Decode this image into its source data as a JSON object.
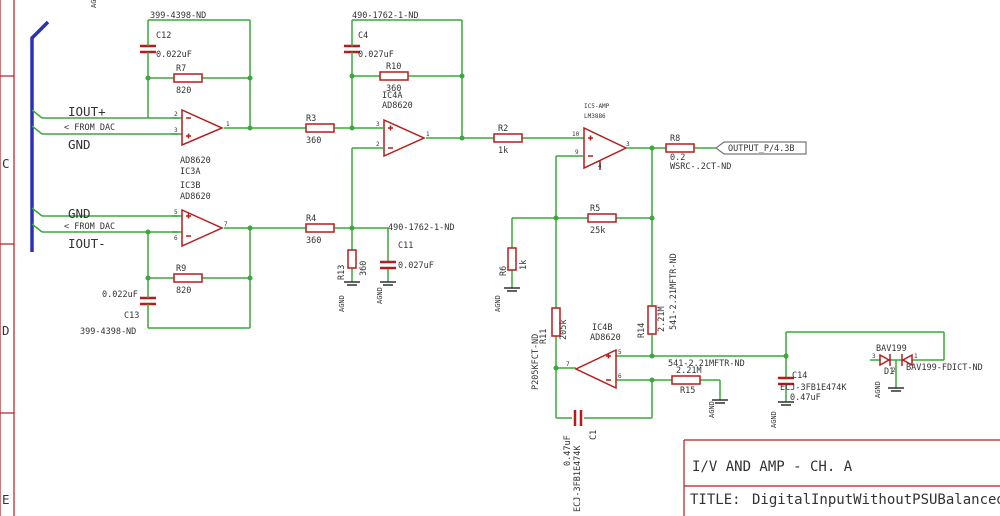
{
  "frame": {
    "row_labels": [
      "C",
      "D",
      "E"
    ],
    "corner_label": "AG"
  },
  "inputs": {
    "iout_plus": "IOUT+",
    "from_dac_1": "< FROM DAC",
    "gnd_1": "GND",
    "gnd_2": "GND",
    "from_dac_2": "< FROM DAC",
    "iout_minus": "IOUT-"
  },
  "components": {
    "c12": {
      "name": "C12",
      "value": "0.022uF",
      "part": "399-4398-ND"
    },
    "r7": {
      "name": "R7",
      "value": "820"
    },
    "ic3a": {
      "name": "IC3A",
      "type": "AD8620"
    },
    "ic3b": {
      "name": "IC3B",
      "type": "AD8620"
    },
    "r9": {
      "name": "R9",
      "value": "820"
    },
    "c13": {
      "name": "C13",
      "value": "0.022uF",
      "part": "399-4398-ND"
    },
    "c4": {
      "name": "C4",
      "value": "0.027uF",
      "part": "490-1762-1-ND"
    },
    "r10": {
      "name": "R10",
      "value": "360"
    },
    "ic4a": {
      "name": "IC4A",
      "type": "AD8620"
    },
    "r3": {
      "name": "R3",
      "value": "360"
    },
    "r4": {
      "name": "R4",
      "value": "360"
    },
    "r13": {
      "name": "R13",
      "value": "360"
    },
    "c11": {
      "name": "C11",
      "value": "0.027uF",
      "part": "490-1762-1-ND"
    },
    "r2": {
      "name": "R2",
      "value": "1k"
    },
    "ic5": {
      "name": "IC5-AMP",
      "type": "LM3886"
    },
    "r8": {
      "name": "R8",
      "value": "0.2",
      "part": "WSRC-.2CT-ND"
    },
    "output_label": "OUTPUT_P/4.3B",
    "r5": {
      "name": "R5",
      "value": "25k"
    },
    "r6": {
      "name": "R6",
      "value": "1k"
    },
    "r14": {
      "name": "R14",
      "value": "2.21M",
      "part": "541-2.21MFTR-ND"
    },
    "r11": {
      "name": "R11",
      "value": "205k",
      "part": "P205KFCT-ND"
    },
    "ic4b": {
      "name": "IC4B",
      "type": "AD8620"
    },
    "r15": {
      "name": "R15",
      "value": "2.21M",
      "part": "541-2.21MFTR-ND"
    },
    "c1": {
      "name": "C1",
      "value": "0.47uF",
      "part": "ECJ-3FB1E474K"
    },
    "c14": {
      "name": "C14",
      "value": "0.47uF",
      "part": "ECJ-3FB1E474K"
    },
    "d1": {
      "name": "D1",
      "type": "BAV199",
      "part": "BAV199-FDICT-ND"
    }
  },
  "pins": {
    "ic3a": [
      "2",
      "3",
      "1"
    ],
    "ic3b": [
      "5",
      "6",
      "7"
    ],
    "ic4a": [
      "3",
      "2",
      "1"
    ],
    "ic5": [
      "10",
      "9",
      "3",
      "4"
    ],
    "ic4b": [
      "5",
      "6",
      "7"
    ],
    "d1": [
      "3",
      "1",
      "2"
    ]
  },
  "agnd": "AGND",
  "title_block": {
    "sheet": "I/V AND AMP - CH. A",
    "title_label": "TITLE:",
    "title": "DigitalInputWithoutPSUBalanced"
  }
}
